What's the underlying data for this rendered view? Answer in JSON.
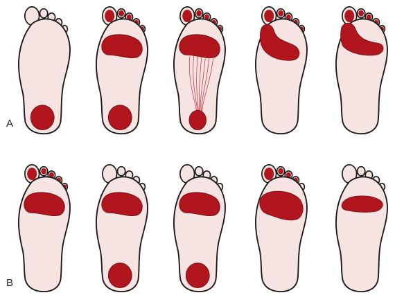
{
  "rows": [
    {
      "label": "A",
      "feet": [
        {
          "heel": true,
          "forefoot": "none",
          "toes": 0,
          "fascia_lines": false
        },
        {
          "heel": true,
          "forefoot": "metatarsal",
          "toes": 5,
          "fascia_lines": false
        },
        {
          "heel": true,
          "forefoot": "metatarsal",
          "toes": 5,
          "fascia_lines": true
        },
        {
          "heel": false,
          "forefoot": "medial-lateral",
          "toes": 5,
          "fascia_lines": false
        },
        {
          "heel": false,
          "forefoot": "medial-broad",
          "toes": 5,
          "fascia_lines": false
        }
      ]
    },
    {
      "label": "B",
      "feet": [
        {
          "heel": false,
          "forefoot": "metatarsal",
          "toes": 5,
          "fascia_lines": false
        },
        {
          "heel": true,
          "forefoot": "metatarsal",
          "toes": 0,
          "fascia_lines": false
        },
        {
          "heel": true,
          "forefoot": "metatarsal",
          "toes": 0,
          "fascia_lines": false
        },
        {
          "heel": false,
          "forefoot": "lateral-wide",
          "toes": 4,
          "fascia_lines": false
        },
        {
          "heel": false,
          "forefoot": "lateral",
          "toes": 0,
          "fascia_lines": false
        }
      ]
    }
  ],
  "colors": {
    "skin": "#f6e4e2",
    "outline": "#1a1a1a",
    "pressure": "#b1161f",
    "fascia": "#c8323c"
  }
}
